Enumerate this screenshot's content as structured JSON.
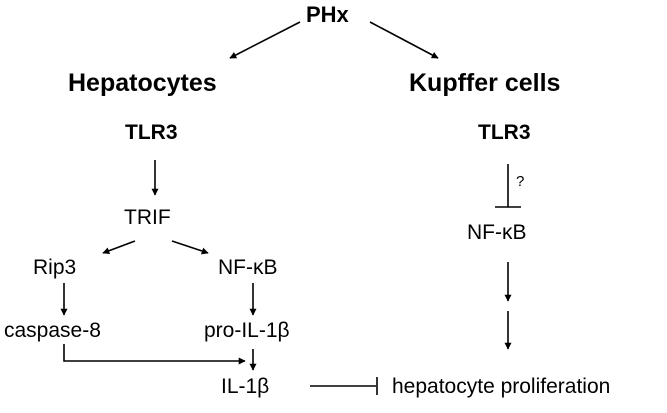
{
  "nodes": {
    "root": "PHx",
    "left_cell": "Hepatocytes",
    "right_cell": "Kupffer cells",
    "left_receptor": "TLR3",
    "right_receptor": "TLR3",
    "trif": "TRIF",
    "rip3": "Rip3",
    "left_nfkb": "NF-κB",
    "caspase8": "caspase-8",
    "pro_il1b": "pro-IL-1β",
    "il1b": "IL-1β",
    "right_nfkb": "NF-κB",
    "outcome": "hepatocyte proliferation",
    "question_mark": "?"
  }
}
